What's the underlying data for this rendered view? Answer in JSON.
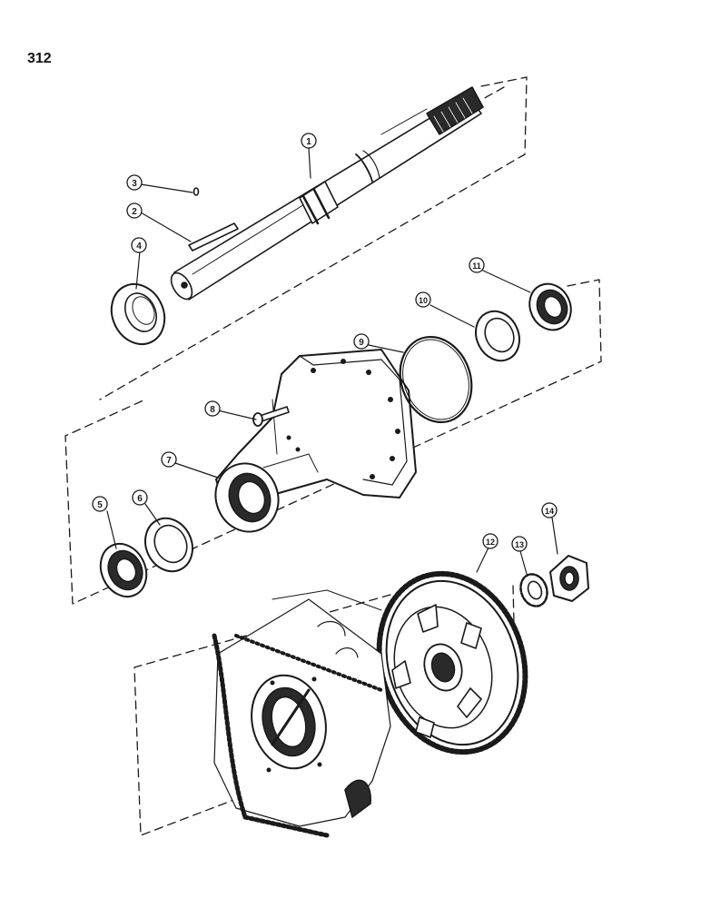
{
  "page": {
    "number": "312"
  },
  "diagram": {
    "type": "exploded-parts-view",
    "colors": {
      "ink": "#1a1a1a",
      "paper": "#ffffff",
      "shade": "#2a2a2a"
    },
    "callouts": [
      {
        "id": "callout-1",
        "label": "1"
      },
      {
        "id": "callout-2",
        "label": "2"
      },
      {
        "id": "callout-3",
        "label": "3"
      },
      {
        "id": "callout-4",
        "label": "4"
      },
      {
        "id": "callout-5",
        "label": "5"
      },
      {
        "id": "callout-6",
        "label": "6"
      },
      {
        "id": "callout-7",
        "label": "7"
      },
      {
        "id": "callout-8",
        "label": "8"
      },
      {
        "id": "callout-9",
        "label": "9"
      },
      {
        "id": "callout-10",
        "label": "10"
      },
      {
        "id": "callout-11",
        "label": "11"
      },
      {
        "id": "callout-12",
        "label": "12"
      },
      {
        "id": "callout-13",
        "label": "13"
      },
      {
        "id": "callout-14",
        "label": "14"
      }
    ]
  }
}
